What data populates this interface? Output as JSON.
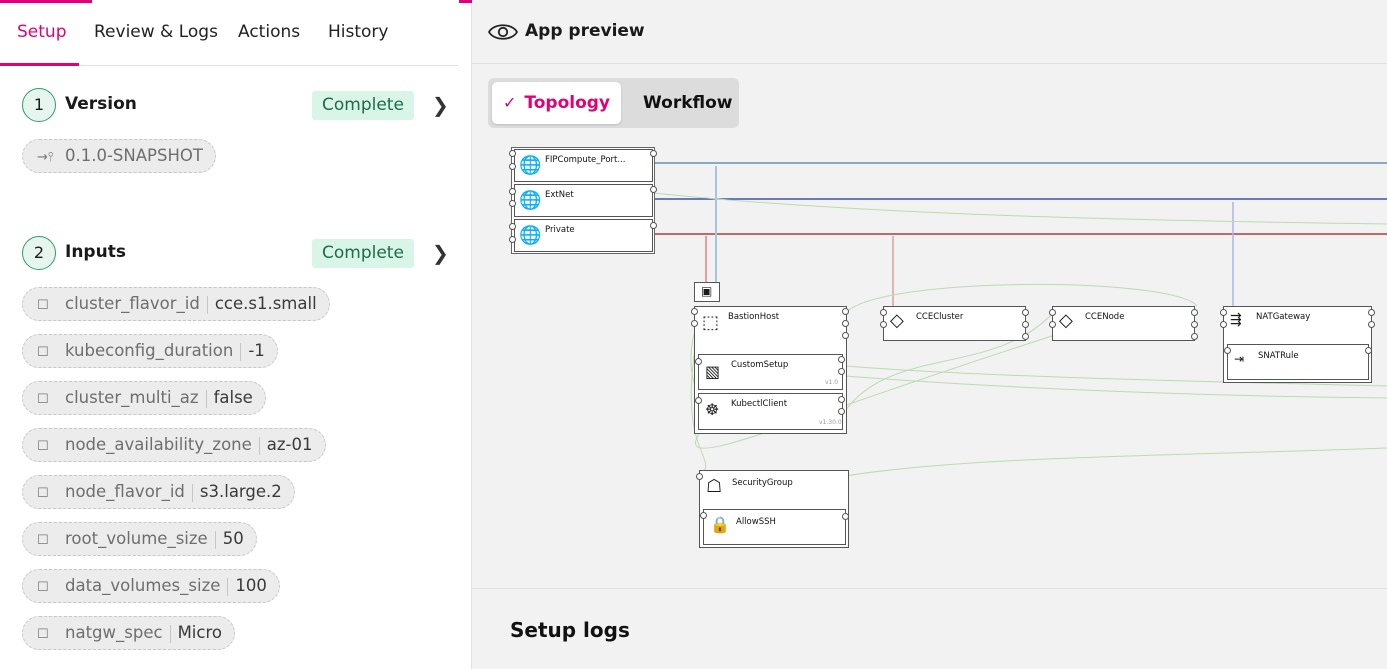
{
  "tabs": [
    {
      "label": "Setup"
    },
    {
      "label": "Review & Logs"
    },
    {
      "label": "Actions"
    },
    {
      "label": "History"
    }
  ],
  "steps": [
    {
      "num": "1",
      "title": "Version",
      "status": "Complete"
    },
    {
      "num": "2",
      "title": "Inputs",
      "status": "Complete"
    }
  ],
  "version": {
    "value": "0.1.0-SNAPSHOT",
    "icon": "branch-icon"
  },
  "inputs": [
    {
      "key": "cluster_flavor_id",
      "value": "cce.s1.small"
    },
    {
      "key": "kubeconfig_duration",
      "value": "-1"
    },
    {
      "key": "cluster_multi_az",
      "value": "false"
    },
    {
      "key": "node_availability_zone",
      "value": "az-01"
    },
    {
      "key": "node_flavor_id",
      "value": "s3.large.2"
    },
    {
      "key": "root_volume_size",
      "value": "50"
    },
    {
      "key": "data_volumes_size",
      "value": "100"
    },
    {
      "key": "natgw_spec",
      "value": "Micro"
    }
  ],
  "preview": {
    "title": "App preview",
    "topology_label": "Topology",
    "workflow_label": "Workflow"
  },
  "topology": {
    "nodes": {
      "fip": "FIPCompute_Port...",
      "extnet": "ExtNet",
      "private": "Private",
      "bastion": "BastionHost",
      "customsetup": "CustomSetup",
      "customsetup_ver": "v1.0",
      "kubectl": "KubectlClient",
      "kubectl_ver": "v1.30.0",
      "ccecluster": "CCECluster",
      "ccenode": "CCENode",
      "natgw": "NATGateway",
      "snat": "SNATRule",
      "secgroup": "SecurityGroup",
      "allowssh": "AllowSSH"
    }
  },
  "logs": {
    "title": "Setup logs"
  },
  "colors": {
    "accent": "#e20074",
    "complete_bg": "#d9f5e8",
    "complete_text": "#1d6b4a"
  }
}
